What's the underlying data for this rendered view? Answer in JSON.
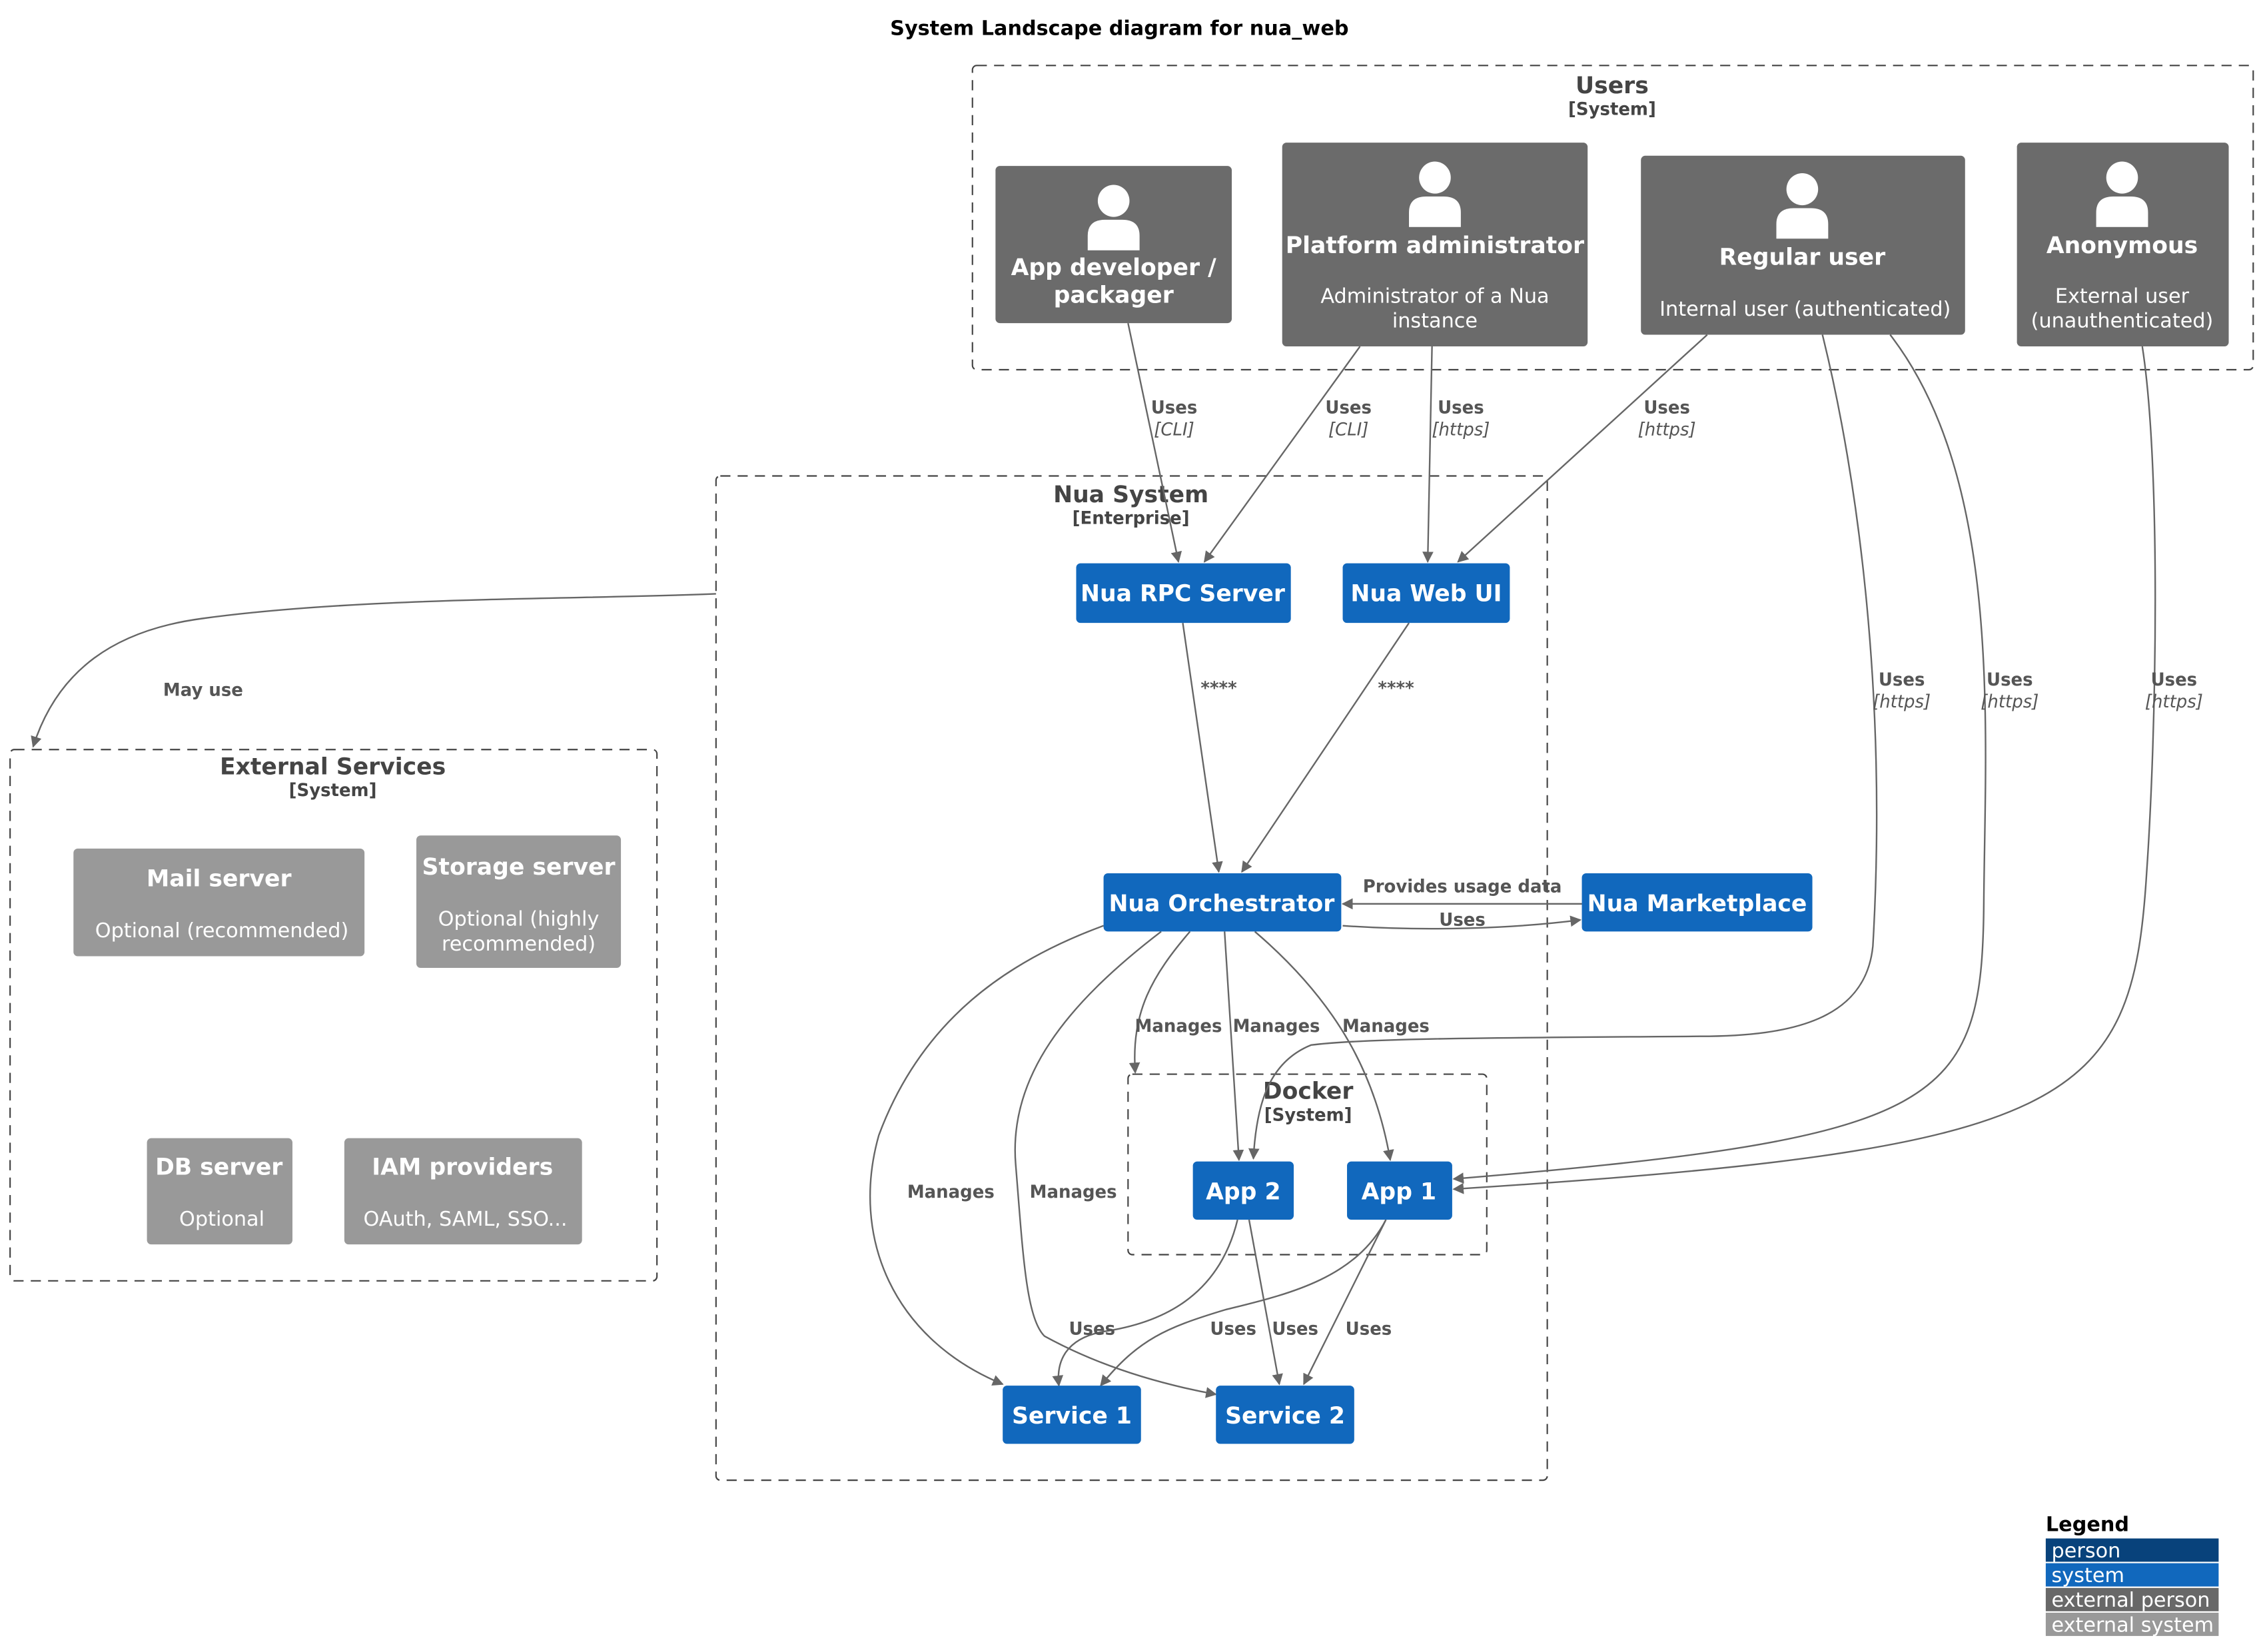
{
  "title": "System Landscape diagram for nua_web",
  "colors": {
    "person": "#08427b",
    "system": "#1168bd",
    "external_person": "#686868",
    "external_system": "#999999",
    "edge": "#666666"
  },
  "boundaries": {
    "users": {
      "name": "Users",
      "kind": "[System]"
    },
    "nua_system": {
      "name": "Nua System",
      "kind": "[Enterprise]"
    },
    "external": {
      "name": "External Services",
      "kind": "[System]"
    },
    "docker": {
      "name": "Docker",
      "kind": "[System]"
    }
  },
  "persons": {
    "app_dev": {
      "name_line1": "App developer /",
      "name_line2": "packager",
      "icon": "person-icon"
    },
    "platform_admin": {
      "name": "Platform administrator",
      "desc_line1": "Administrator of a Nua",
      "desc_line2": "instance",
      "icon": "person-icon"
    },
    "regular_user": {
      "name": "Regular user",
      "desc": "Internal user (authenticated)",
      "icon": "person-icon"
    },
    "anonymous": {
      "name": "Anonymous",
      "desc_line1": "External user",
      "desc_line2": "(unauthenticated)",
      "icon": "person-icon"
    }
  },
  "systems": {
    "rpc": "Nua RPC Server",
    "webui": "Nua Web UI",
    "orchestrator": "Nua Orchestrator",
    "marketplace": "Nua Marketplace",
    "app2": "App 2",
    "app1": "App 1",
    "service1": "Service 1",
    "service2": "Service 2"
  },
  "external_systems": {
    "mail": {
      "name": "Mail server",
      "desc": "Optional (recommended)"
    },
    "storage": {
      "name": "Storage server",
      "desc_line1": "Optional (highly",
      "desc_line2": "recommended)"
    },
    "db": {
      "name": "DB server",
      "desc": "Optional"
    },
    "iam": {
      "name": "IAM providers",
      "desc": "OAuth, SAML, SSO..."
    }
  },
  "edges": {
    "appdev_rpc": {
      "label": "Uses",
      "tech": "[CLI]"
    },
    "admin_rpc": {
      "label": "Uses",
      "tech": "[CLI]"
    },
    "admin_web": {
      "label": "Uses",
      "tech": "[https]"
    },
    "user_web": {
      "label": "Uses",
      "tech": "[https]"
    },
    "user_app2": {
      "label": "Uses",
      "tech": "[https]"
    },
    "user_app1": {
      "label": "Uses",
      "tech": "[https]"
    },
    "anon_app1": {
      "label": "Uses",
      "tech": "[https]"
    },
    "nua_external": {
      "label": "May use"
    },
    "rpc_orch": {
      "label": "****"
    },
    "web_orch": {
      "label": "****"
    },
    "market_orch": {
      "label": "Provides usage data"
    },
    "orch_market": {
      "label": "Uses"
    },
    "orch_docker": {
      "label": "Manages"
    },
    "orch_app2": {
      "label": "Manages"
    },
    "orch_app1": {
      "label": "Manages"
    },
    "orch_service1": {
      "label": "Manages"
    },
    "orch_service2": {
      "label": "Manages"
    },
    "app2_service1": {
      "label": "Uses"
    },
    "app2_service2": {
      "label": "Uses"
    },
    "app1_service1": {
      "label": "Uses"
    },
    "app1_service2": {
      "label": "Uses"
    }
  },
  "legend": {
    "title": "Legend",
    "items": [
      "person",
      "system",
      "external person",
      "external system"
    ]
  }
}
